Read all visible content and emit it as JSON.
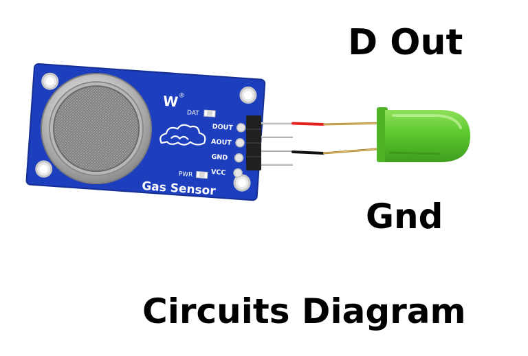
{
  "labels": {
    "dout": "D Out",
    "gnd": "Gnd",
    "caption": "Circuits Diagram"
  },
  "board": {
    "title": "Gas Sensor",
    "brand_mark": "W",
    "registered_mark": "®",
    "dat_label": "DAT",
    "pwr_label": "PWR",
    "pins": [
      "DOUT",
      "AOUT",
      "GND",
      "VCC"
    ]
  },
  "colors": {
    "pcb": "#1d3fbe",
    "pcb_dark": "#142e94",
    "led": "#58c82e",
    "wire_dout": "#e3221d",
    "wire_gnd": "#111111",
    "header": "#202020",
    "text": "#000000"
  }
}
